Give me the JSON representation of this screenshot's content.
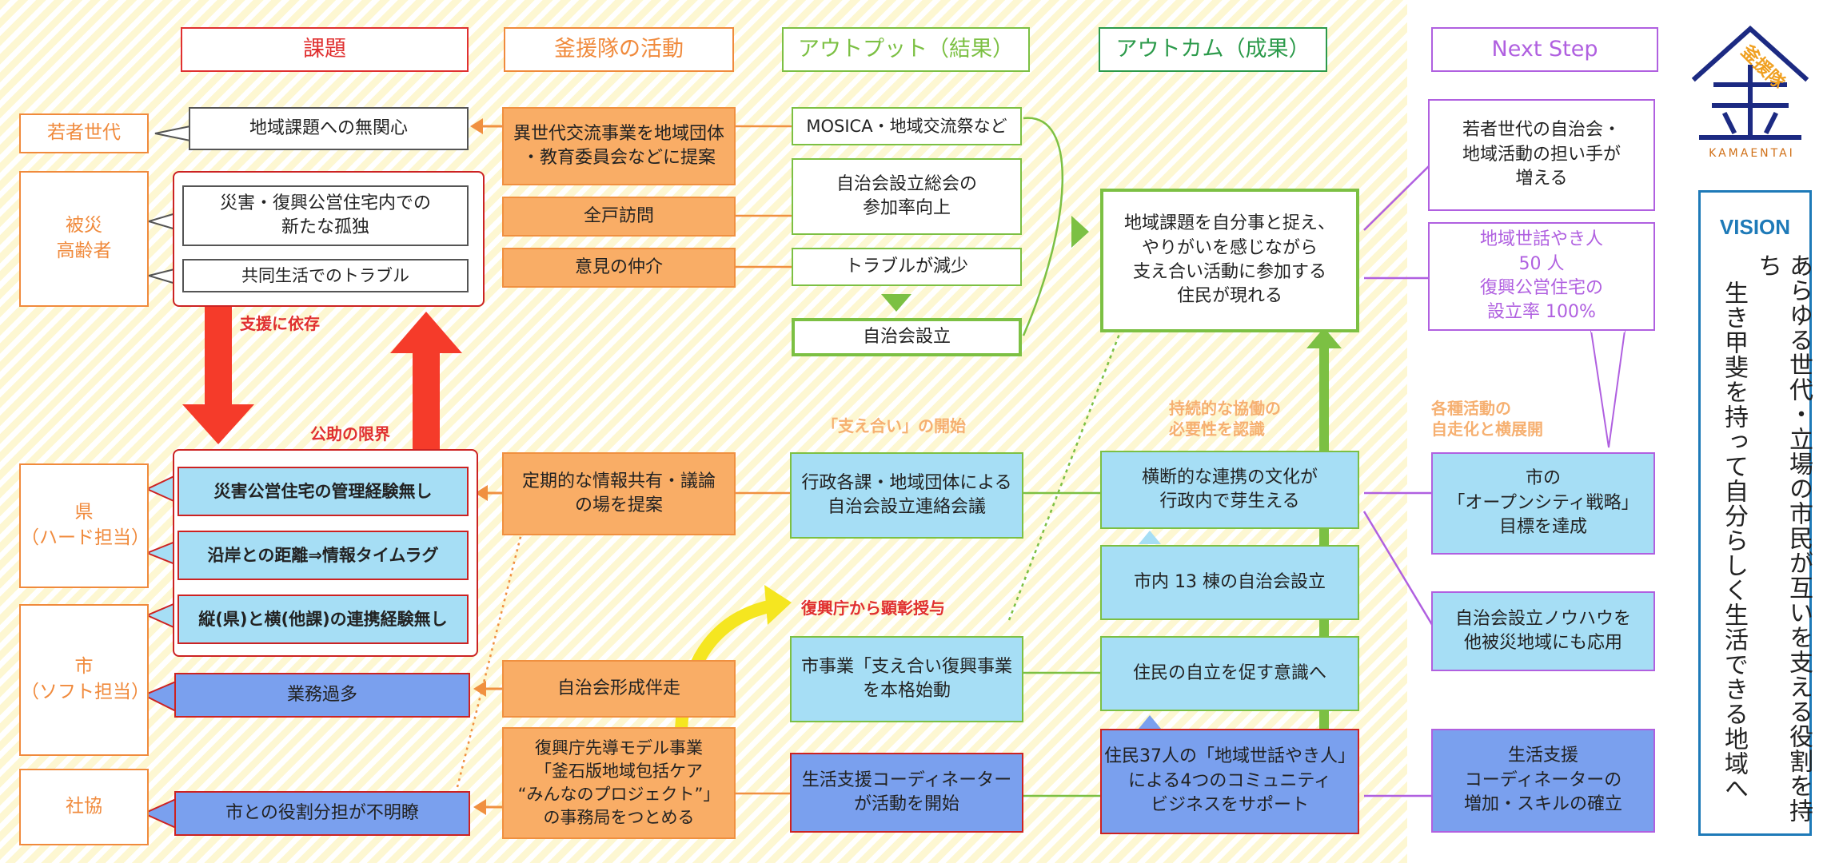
{
  "headers": {
    "issues": "課題",
    "activities": "釜援隊の活動",
    "outputs": "アウトプット（結果）",
    "outcomes": "アウトカム（成果）",
    "next": "Next Step"
  },
  "stakeholders": {
    "youth": "若者世代",
    "elderly": "被災\n高齢者",
    "pref": "県\n（ハード担当）",
    "city": "市\n（ソフト担当）",
    "social_welfare": "社協"
  },
  "issues": {
    "indifference": "地域課題への無関心",
    "isolation": "災害・復興公営住宅内での\n新たな孤独",
    "trouble": "共同生活でのトラブル",
    "mgmt_exp": "災害公営住宅の管理経験無し",
    "distance": "沿岸との距離⇒情報タイムラグ",
    "cooperation": "縦(県)と横(他課)の連携経験無し",
    "overload": "業務過多",
    "roles": "市との役割分担が不明瞭"
  },
  "annotations": {
    "dependence": "支援に依存",
    "mutual_limit": "公助の限界",
    "mutual_start": "「支え合い」の開始",
    "award": "復興庁から顕彰授与",
    "sustain": "持続的な協働の\n必要性を認識",
    "autonomy": "各種活動の\n自走化と横展開"
  },
  "activities": {
    "proposal": "異世代交流事業を地域団体\n・教育委員会などに提案",
    "visits": "全戸訪問",
    "mediation": "意見の仲介",
    "info_share": "定期的な情報共有・議論\nの場を提案",
    "formation": "自治会形成伴走",
    "model": "復興庁先導モデル事業\n「釜石版地域包括ケア\n“みんなのプロジェクト”」\nの事務局をつとめる"
  },
  "outputs": {
    "mosica": "MOSICA・地域交流祭など",
    "participation": "自治会設立総会の\n参加率向上",
    "less_trouble": "トラブルが減少",
    "association": "自治会設立",
    "council": "行政各課・地域団体による\n自治会設立連絡会議",
    "city_project": "市事業「支え合い復興事業\nを本格始動",
    "coordinator": "生活支援コーディネーター\nが活動を開始"
  },
  "outcomes": {
    "residents": "地域課題を自分事と捉え、\nやりがいを感じながら\n支え合い活動に参加する\n住民が現れる",
    "culture": "横断的な連携の文化が\n行政内で芽生える",
    "thirteen": "市内 13 棟の自治会設立",
    "independence": "住民の自立を促す意識へ",
    "caretakers": "住民37人の「地域世話やき人」\nによる4つのコミュニティ\nビジネスをサポート"
  },
  "next_steps": {
    "youth": "若者世代の自治会・\n地域活動の担い手が\n増える",
    "targets": "地域世話やき人\n50 人\n復興公営住宅の\n設立率 100%",
    "open_city": "市の\n「オープンシティ戦略」\n目標を達成",
    "knowhow": "自治会設立ノウハウを\n他被災地域にも応用",
    "coord_growth": "生活支援\nコーディネーターの\n増加・スキルの確立"
  },
  "vision": {
    "label": "VISION",
    "text_1": "あらゆる世代・立場の市民が互いを支える役割を持ち",
    "text_2": "生き甲斐を持って自分らしく生活できる地域へ"
  },
  "logo": {
    "chars": "釜援隊",
    "name": "KAMAENTAI"
  },
  "colors": {
    "red": "#e03030",
    "orange": "#f08a3c",
    "green": "#7cc043",
    "purple": "#b060e0",
    "blue": "#1e7ab8",
    "navy": "#1c2a82"
  }
}
